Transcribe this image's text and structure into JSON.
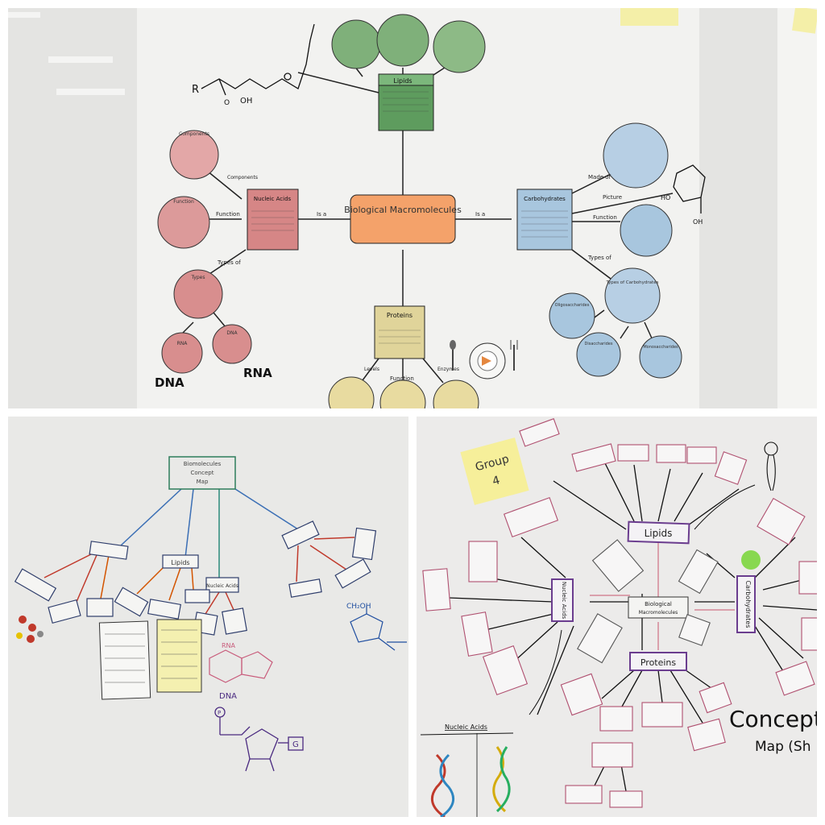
{
  "panel_top": {
    "center": "Biological Macromolecules",
    "nucleic_acids": "Nucleic Acids",
    "lipids": "Lipids",
    "carbohydrates": "Carbohydrates",
    "proteins": "Proteins",
    "link_is_a": "Is a",
    "link_components": "Components",
    "link_function": "Function",
    "link_types_of": "Types of",
    "link_picture": "Picture",
    "link_made_of": "Made of",
    "link_levels": "Levels",
    "link_enzymes": "Enzymes",
    "circle_components": "Components",
    "circle_function": "Function",
    "circle_types": "Types",
    "circle_rna": "RNA",
    "circle_dna": "DNA",
    "circle_carb_types": "Types of Carbohydrates",
    "circle_oligo": "Oligosaccharides",
    "circle_disacc": "Disaccharides",
    "circle_monosacc": "Monosaccharides",
    "label_dna": "DNA",
    "label_rna": "RNA",
    "chem_r": "R",
    "chem_oh": "OH",
    "chem_o": "O",
    "chem_ho": "HO"
  },
  "panel_left": {
    "title_line1": "Biomolecules",
    "title_line2": "Concept",
    "title_line3": "Map",
    "lipids": "Lipids",
    "nucleic": "Nucleic Acids",
    "rna": "RNA",
    "dna": "DNA",
    "ch2oh": "CH₂OH",
    "g": "G",
    "p": "P"
  },
  "panel_right": {
    "sticky_line1": "Group",
    "sticky_line2": "4",
    "lipids": "Lipids",
    "nucleic_acids": "Nucleic Acids",
    "biological": "Biological",
    "macromolecules": "Macromolecules",
    "carbohydrates": "Carbohydrates",
    "proteins": "Proteins",
    "concept": "Concept",
    "map": "Map (Sh",
    "nucleic_heading": "Nucleic Acids"
  },
  "colors": {
    "center_orange": "#f4a26a",
    "lipid_green": "#6aa56a",
    "nucleic_red": "#d98a8a",
    "carb_blue": "#a8c6de",
    "protein_tan": "#e0d49a",
    "sticky_yellow": "#f6ef9a",
    "purple_ink": "#6b3d8f",
    "pink_ink": "#c9546e"
  }
}
